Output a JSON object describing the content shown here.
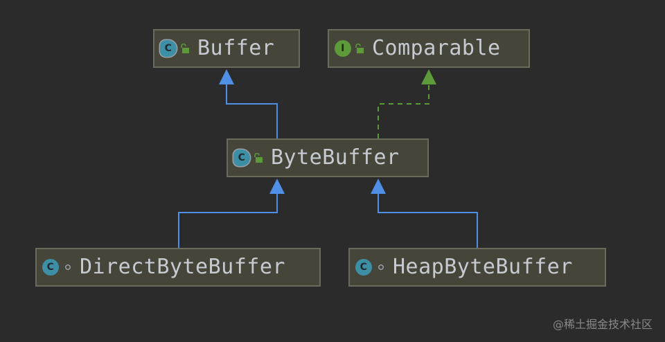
{
  "diagram": {
    "nodes": [
      {
        "id": "buffer",
        "label": "Buffer",
        "kind": "abstract-class",
        "badge": "C",
        "modifier": "public"
      },
      {
        "id": "comparable",
        "label": "Comparable",
        "kind": "interface",
        "badge": "I",
        "modifier": "public"
      },
      {
        "id": "bytebuffer",
        "label": "ByteBuffer",
        "kind": "abstract-class",
        "badge": "C",
        "modifier": "public"
      },
      {
        "id": "directbytebuffer",
        "label": "DirectByteBuffer",
        "kind": "class",
        "badge": "C",
        "modifier": "package-private"
      },
      {
        "id": "heapbytebuffer",
        "label": "HeapByteBuffer",
        "kind": "class",
        "badge": "C",
        "modifier": "package-private"
      }
    ],
    "edges": [
      {
        "from": "bytebuffer",
        "to": "buffer",
        "type": "extends"
      },
      {
        "from": "bytebuffer",
        "to": "comparable",
        "type": "implements"
      },
      {
        "from": "directbytebuffer",
        "to": "bytebuffer",
        "type": "extends"
      },
      {
        "from": "heapbytebuffer",
        "to": "bytebuffer",
        "type": "extends"
      }
    ],
    "colors": {
      "background": "#2b2b2b",
      "node_fill": "#45453a",
      "node_border": "#6b6b5c",
      "extends_arrow": "#4f8fe6",
      "implements_arrow": "#5c9a3a",
      "text": "#c7cbd1"
    }
  },
  "watermark": "@稀土掘金技术社区"
}
